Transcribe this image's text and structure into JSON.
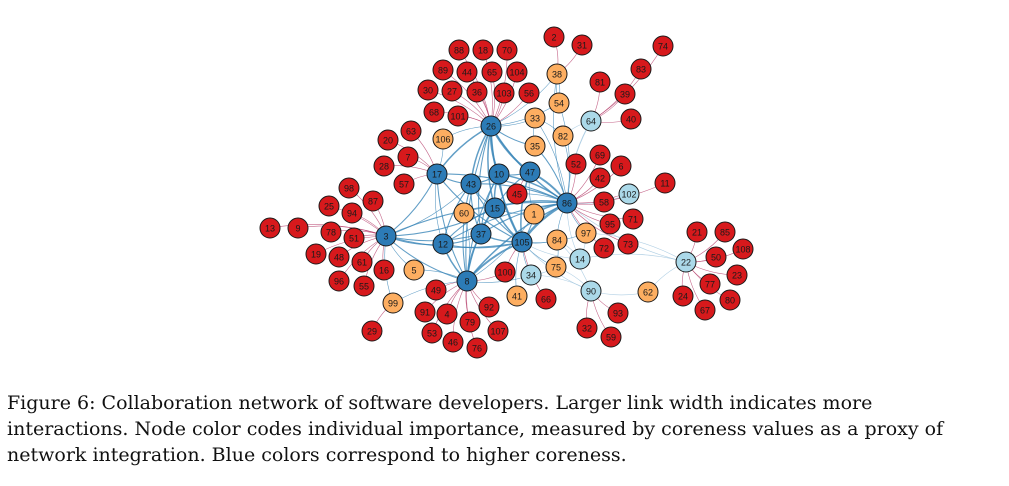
{
  "figure": {
    "caption": "Figure 6: Collaboration network of software developers. Larger link width indicates more interactions. Node color codes individual importance, measured by coreness values as a proxy of network integration. Blue colors correspond to higher coreness."
  },
  "colors": {
    "high": "#2c7bb6",
    "mid_high": "#abd9e9",
    "mid_low": "#fdae61",
    "low": "#d7191c",
    "edge": "#3a86b8",
    "edge_light": "#9cc3dd",
    "edge_red": "#b03060"
  },
  "nodes": [
    {
      "id": "88",
      "level": "low"
    },
    {
      "id": "18",
      "level": "low"
    },
    {
      "id": "70",
      "level": "low"
    },
    {
      "id": "2",
      "level": "low"
    },
    {
      "id": "31",
      "level": "low"
    },
    {
      "id": "74",
      "level": "low"
    },
    {
      "id": "89",
      "level": "low"
    },
    {
      "id": "44",
      "level": "low"
    },
    {
      "id": "65",
      "level": "low"
    },
    {
      "id": "104",
      "level": "low"
    },
    {
      "id": "38",
      "level": "mid_low"
    },
    {
      "id": "83",
      "level": "low"
    },
    {
      "id": "30",
      "level": "low"
    },
    {
      "id": "27",
      "level": "low"
    },
    {
      "id": "36",
      "level": "low"
    },
    {
      "id": "103",
      "level": "low"
    },
    {
      "id": "56",
      "level": "low"
    },
    {
      "id": "81",
      "level": "low"
    },
    {
      "id": "54",
      "level": "mid_low"
    },
    {
      "id": "39",
      "level": "low"
    },
    {
      "id": "68",
      "level": "low"
    },
    {
      "id": "101",
      "level": "low"
    },
    {
      "id": "33",
      "level": "mid_low"
    },
    {
      "id": "64",
      "level": "mid_high"
    },
    {
      "id": "40",
      "level": "low"
    },
    {
      "id": "26",
      "level": "high"
    },
    {
      "id": "63",
      "level": "low"
    },
    {
      "id": "106",
      "level": "mid_low"
    },
    {
      "id": "82",
      "level": "mid_low"
    },
    {
      "id": "20",
      "level": "low"
    },
    {
      "id": "35",
      "level": "mid_low"
    },
    {
      "id": "69",
      "level": "low"
    },
    {
      "id": "7",
      "level": "low"
    },
    {
      "id": "52",
      "level": "low"
    },
    {
      "id": "6",
      "level": "low"
    },
    {
      "id": "28",
      "level": "low"
    },
    {
      "id": "17",
      "level": "high"
    },
    {
      "id": "10",
      "level": "high"
    },
    {
      "id": "47",
      "level": "high"
    },
    {
      "id": "42",
      "level": "low"
    },
    {
      "id": "57",
      "level": "low"
    },
    {
      "id": "43",
      "level": "high"
    },
    {
      "id": "11",
      "level": "low"
    },
    {
      "id": "102",
      "level": "mid_high"
    },
    {
      "id": "98",
      "level": "low"
    },
    {
      "id": "45",
      "level": "low"
    },
    {
      "id": "87",
      "level": "low"
    },
    {
      "id": "86",
      "level": "high"
    },
    {
      "id": "58",
      "level": "low"
    },
    {
      "id": "25",
      "level": "low"
    },
    {
      "id": "15",
      "level": "high"
    },
    {
      "id": "94",
      "level": "low"
    },
    {
      "id": "60",
      "level": "mid_low"
    },
    {
      "id": "1",
      "level": "mid_low"
    },
    {
      "id": "71",
      "level": "low"
    },
    {
      "id": "95",
      "level": "low"
    },
    {
      "id": "13",
      "level": "low"
    },
    {
      "id": "9",
      "level": "low"
    },
    {
      "id": "78",
      "level": "low"
    },
    {
      "id": "3",
      "level": "high"
    },
    {
      "id": "37",
      "level": "high"
    },
    {
      "id": "97",
      "level": "mid_low"
    },
    {
      "id": "21",
      "level": "low"
    },
    {
      "id": "85",
      "level": "low"
    },
    {
      "id": "51",
      "level": "low"
    },
    {
      "id": "12",
      "level": "high"
    },
    {
      "id": "105",
      "level": "high"
    },
    {
      "id": "84",
      "level": "mid_low"
    },
    {
      "id": "73",
      "level": "low"
    },
    {
      "id": "72",
      "level": "low"
    },
    {
      "id": "108",
      "level": "low"
    },
    {
      "id": "19",
      "level": "low"
    },
    {
      "id": "48",
      "level": "low"
    },
    {
      "id": "61",
      "level": "low"
    },
    {
      "id": "14",
      "level": "mid_high"
    },
    {
      "id": "22",
      "level": "mid_high"
    },
    {
      "id": "50",
      "level": "low"
    },
    {
      "id": "16",
      "level": "low"
    },
    {
      "id": "5",
      "level": "mid_low"
    },
    {
      "id": "100",
      "level": "low"
    },
    {
      "id": "34",
      "level": "mid_high"
    },
    {
      "id": "75",
      "level": "mid_low"
    },
    {
      "id": "23",
      "level": "low"
    },
    {
      "id": "96",
      "level": "low"
    },
    {
      "id": "55",
      "level": "low"
    },
    {
      "id": "8",
      "level": "high"
    },
    {
      "id": "49",
      "level": "low"
    },
    {
      "id": "41",
      "level": "mid_low"
    },
    {
      "id": "66",
      "level": "low"
    },
    {
      "id": "90",
      "level": "mid_high"
    },
    {
      "id": "62",
      "level": "mid_low"
    },
    {
      "id": "24",
      "level": "low"
    },
    {
      "id": "77",
      "level": "low"
    },
    {
      "id": "80",
      "level": "low"
    },
    {
      "id": "99",
      "level": "mid_low"
    },
    {
      "id": "92",
      "level": "low"
    },
    {
      "id": "67",
      "level": "low"
    },
    {
      "id": "91",
      "level": "low"
    },
    {
      "id": "4",
      "level": "low"
    },
    {
      "id": "93",
      "level": "low"
    },
    {
      "id": "79",
      "level": "low"
    },
    {
      "id": "107",
      "level": "low"
    },
    {
      "id": "29",
      "level": "low"
    },
    {
      "id": "53",
      "level": "low"
    },
    {
      "id": "32",
      "level": "low"
    },
    {
      "id": "46",
      "level": "low"
    },
    {
      "id": "76",
      "level": "low"
    },
    {
      "id": "59",
      "level": "low"
    }
  ],
  "edges": [
    [
      "26",
      "88",
      "r",
      1
    ],
    [
      "26",
      "18",
      "r",
      1
    ],
    [
      "26",
      "70",
      "r",
      1
    ],
    [
      "26",
      "89",
      "r",
      1
    ],
    [
      "26",
      "44",
      "r",
      1
    ],
    [
      "26",
      "65",
      "r",
      1
    ],
    [
      "26",
      "104",
      "r",
      1
    ],
    [
      "26",
      "30",
      "r",
      1
    ],
    [
      "26",
      "27",
      "r",
      1
    ],
    [
      "26",
      "36",
      "r",
      1
    ],
    [
      "26",
      "103",
      "r",
      1
    ],
    [
      "26",
      "56",
      "r",
      1
    ],
    [
      "26",
      "68",
      "r",
      1
    ],
    [
      "26",
      "101",
      "r",
      1
    ],
    [
      "26",
      "106",
      "b",
      1
    ],
    [
      "26",
      "33",
      "b",
      1
    ],
    [
      "26",
      "35",
      "b",
      1.5
    ],
    [
      "26",
      "38",
      "b",
      1
    ],
    [
      "26",
      "54",
      "b",
      1
    ],
    [
      "26",
      "17",
      "b",
      2
    ],
    [
      "26",
      "10",
      "b",
      2.5
    ],
    [
      "26",
      "47",
      "b",
      2.5
    ],
    [
      "26",
      "43",
      "b",
      2
    ],
    [
      "26",
      "86",
      "b",
      2
    ],
    [
      "26",
      "15",
      "b",
      2
    ],
    [
      "26",
      "105",
      "b",
      2
    ],
    [
      "26",
      "8",
      "b",
      1.5
    ],
    [
      "26",
      "37",
      "b",
      1.5
    ],
    [
      "38",
      "2",
      "r",
      1
    ],
    [
      "38",
      "31",
      "r",
      1
    ],
    [
      "38",
      "86",
      "b",
      1
    ],
    [
      "38",
      "54",
      "b",
      1
    ],
    [
      "64",
      "74",
      "r",
      1
    ],
    [
      "64",
      "83",
      "r",
      1
    ],
    [
      "64",
      "81",
      "r",
      1
    ],
    [
      "64",
      "39",
      "r",
      1
    ],
    [
      "64",
      "40",
      "r",
      1
    ],
    [
      "64",
      "86",
      "l",
      1.5
    ],
    [
      "64",
      "82",
      "l",
      1
    ],
    [
      "86",
      "82",
      "b",
      1
    ],
    [
      "86",
      "33",
      "b",
      1
    ],
    [
      "86",
      "35",
      "b",
      1.5
    ],
    [
      "86",
      "54",
      "b",
      1
    ],
    [
      "86",
      "69",
      "r",
      1
    ],
    [
      "86",
      "52",
      "r",
      1
    ],
    [
      "86",
      "6",
      "r",
      1
    ],
    [
      "86",
      "42",
      "r",
      1
    ],
    [
      "86",
      "102",
      "l",
      1
    ],
    [
      "86",
      "11",
      "r",
      1
    ],
    [
      "86",
      "58",
      "r",
      1
    ],
    [
      "86",
      "71",
      "r",
      1
    ],
    [
      "86",
      "95",
      "r",
      1
    ],
    [
      "86",
      "73",
      "r",
      1
    ],
    [
      "86",
      "72",
      "r",
      1
    ],
    [
      "86",
      "97",
      "b",
      1
    ],
    [
      "86",
      "84",
      "b",
      1
    ],
    [
      "86",
      "1",
      "b",
      2
    ],
    [
      "86",
      "45",
      "b",
      1
    ],
    [
      "86",
      "47",
      "b",
      2.5
    ],
    [
      "86",
      "10",
      "b",
      2
    ],
    [
      "86",
      "15",
      "b",
      2
    ],
    [
      "86",
      "105",
      "b",
      3
    ],
    [
      "86",
      "37",
      "b",
      1.5
    ],
    [
      "86",
      "12",
      "b",
      1.5
    ],
    [
      "86",
      "3",
      "b",
      1.5
    ],
    [
      "86",
      "14",
      "l",
      1
    ],
    [
      "86",
      "22",
      "l",
      1
    ],
    [
      "86",
      "8",
      "b",
      2
    ],
    [
      "86",
      "43",
      "b",
      1.5
    ],
    [
      "86",
      "17",
      "b",
      1.5
    ],
    [
      "3",
      "13",
      "r",
      1
    ],
    [
      "3",
      "9",
      "r",
      1
    ],
    [
      "3",
      "98",
      "r",
      1
    ],
    [
      "3",
      "25",
      "r",
      1
    ],
    [
      "3",
      "87",
      "r",
      1
    ],
    [
      "3",
      "94",
      "r",
      1
    ],
    [
      "3",
      "78",
      "r",
      1
    ],
    [
      "3",
      "51",
      "r",
      1
    ],
    [
      "3",
      "19",
      "r",
      1
    ],
    [
      "3",
      "48",
      "r",
      1
    ],
    [
      "3",
      "61",
      "r",
      1
    ],
    [
      "3",
      "16",
      "r",
      1
    ],
    [
      "3",
      "96",
      "r",
      1
    ],
    [
      "3",
      "55",
      "r",
      1
    ],
    [
      "3",
      "5",
      "b",
      1
    ],
    [
      "3",
      "99",
      "b",
      1
    ],
    [
      "3",
      "17",
      "b",
      1.5
    ],
    [
      "3",
      "12",
      "b",
      1.5
    ],
    [
      "3",
      "8",
      "b",
      1.5
    ],
    [
      "3",
      "37",
      "b",
      1.5
    ],
    [
      "3",
      "15",
      "b",
      1.5
    ],
    [
      "3",
      "105",
      "b",
      1.5
    ],
    [
      "3",
      "43",
      "b",
      1
    ],
    [
      "17",
      "63",
      "r",
      1
    ],
    [
      "17",
      "20",
      "r",
      1
    ],
    [
      "17",
      "7",
      "r",
      1
    ],
    [
      "17",
      "28",
      "r",
      1
    ],
    [
      "17",
      "57",
      "r",
      1
    ],
    [
      "17",
      "106",
      "b",
      1
    ],
    [
      "17",
      "43",
      "b",
      1.5
    ],
    [
      "17",
      "12",
      "b",
      1
    ],
    [
      "17",
      "8",
      "b",
      1.5
    ],
    [
      "17",
      "105",
      "b",
      1.5
    ],
    [
      "43",
      "10",
      "b",
      1.5
    ],
    [
      "43",
      "15",
      "b",
      1.5
    ],
    [
      "43",
      "12",
      "b",
      1.5
    ],
    [
      "43",
      "37",
      "b",
      1.5
    ],
    [
      "43",
      "8",
      "b",
      1.5
    ],
    [
      "43",
      "105",
      "b",
      1.5
    ],
    [
      "10",
      "15",
      "b",
      2
    ],
    [
      "10",
      "47",
      "b",
      1.5
    ],
    [
      "10",
      "105",
      "b",
      2
    ],
    [
      "10",
      "8",
      "b",
      1.5
    ],
    [
      "10",
      "37",
      "b",
      1.5
    ],
    [
      "47",
      "15",
      "b",
      1.5
    ],
    [
      "47",
      "105",
      "b",
      2
    ],
    [
      "47",
      "45",
      "r",
      1
    ],
    [
      "47",
      "1",
      "b",
      1
    ],
    [
      "15",
      "60",
      "b",
      1
    ],
    [
      "15",
      "1",
      "b",
      1
    ],
    [
      "15",
      "37",
      "b",
      1.5
    ],
    [
      "15",
      "105",
      "b",
      2
    ],
    [
      "15",
      "12",
      "b",
      1.5
    ],
    [
      "15",
      "8",
      "b",
      1.5
    ],
    [
      "12",
      "37",
      "b",
      1.5
    ],
    [
      "12",
      "8",
      "b",
      2
    ],
    [
      "12",
      "105",
      "b",
      1.5
    ],
    [
      "37",
      "105",
      "b",
      2
    ],
    [
      "37",
      "8",
      "b",
      2
    ],
    [
      "105",
      "8",
      "b",
      2.5
    ],
    [
      "105",
      "84",
      "b",
      1
    ],
    [
      "105",
      "100",
      "r",
      1
    ],
    [
      "105",
      "34",
      "b",
      1
    ],
    [
      "105",
      "75",
      "b",
      1
    ],
    [
      "105",
      "41",
      "b",
      1
    ],
    [
      "105",
      "66",
      "r",
      1
    ],
    [
      "105",
      "1",
      "b",
      1.5
    ],
    [
      "105",
      "97",
      "b",
      1
    ],
    [
      "105",
      "14",
      "l",
      1
    ],
    [
      "105",
      "90",
      "l",
      1
    ],
    [
      "8",
      "5",
      "b",
      1
    ],
    [
      "8",
      "49",
      "r",
      1
    ],
    [
      "8",
      "91",
      "r",
      1
    ],
    [
      "8",
      "4",
      "r",
      1
    ],
    [
      "8",
      "79",
      "r",
      1
    ],
    [
      "8",
      "92",
      "r",
      1
    ],
    [
      "8",
      "107",
      "r",
      1
    ],
    [
      "8",
      "53",
      "r",
      1
    ],
    [
      "8",
      "46",
      "r",
      1
    ],
    [
      "8",
      "76",
      "r",
      1
    ],
    [
      "8",
      "100",
      "r",
      1
    ],
    [
      "8",
      "34",
      "b",
      1
    ],
    [
      "8",
      "99",
      "b",
      1
    ],
    [
      "8",
      "60",
      "b",
      1
    ],
    [
      "8",
      "1",
      "b",
      1
    ],
    [
      "22",
      "21",
      "r",
      1
    ],
    [
      "22",
      "85",
      "r",
      1
    ],
    [
      "22",
      "108",
      "r",
      1
    ],
    [
      "22",
      "50",
      "r",
      1
    ],
    [
      "22",
      "23",
      "r",
      1
    ],
    [
      "22",
      "24",
      "r",
      1
    ],
    [
      "22",
      "77",
      "r",
      1
    ],
    [
      "22",
      "80",
      "r",
      1
    ],
    [
      "22",
      "67",
      "r",
      1
    ],
    [
      "22",
      "62",
      "l",
      1
    ],
    [
      "22",
      "14",
      "l",
      1
    ],
    [
      "22",
      "97",
      "l",
      1
    ],
    [
      "90",
      "93",
      "r",
      1
    ],
    [
      "90",
      "32",
      "r",
      1
    ],
    [
      "90",
      "59",
      "r",
      1
    ],
    [
      "90",
      "62",
      "l",
      1
    ],
    [
      "90",
      "34",
      "l",
      1
    ],
    [
      "90",
      "75",
      "l",
      1
    ],
    [
      "90",
      "84",
      "l",
      1
    ],
    [
      "99",
      "29",
      "r",
      1
    ],
    [
      "14",
      "84",
      "l",
      1
    ],
    [
      "14",
      "97",
      "l",
      1
    ],
    [
      "34",
      "75",
      "l",
      1
    ],
    [
      "75",
      "84",
      "b",
      1
    ],
    [
      "82",
      "33",
      "b",
      1
    ],
    [
      "33",
      "35",
      "b",
      1
    ],
    [
      "54",
      "38",
      "b",
      1
    ],
    [
      "102",
      "58",
      "r",
      1
    ]
  ]
}
